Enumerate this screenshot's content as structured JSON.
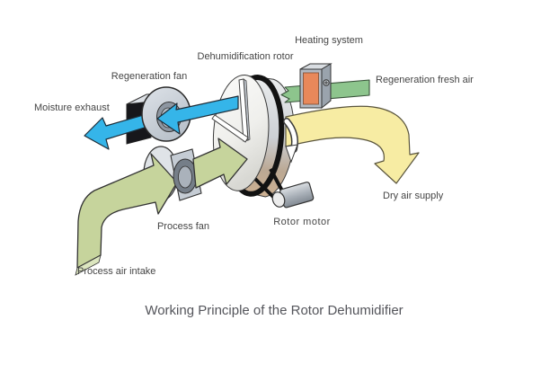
{
  "diagram": {
    "title": "Working Principle of the Rotor Dehumidifier",
    "labels": {
      "heating_system": "Heating system",
      "dehumidification_rotor": "Dehumidification rotor",
      "regeneration_fan": "Regeneration fan",
      "regeneration_fresh_air": "Regeneration fresh air",
      "moisture_exhaust": "Moisture exhaust",
      "dry_air_supply": "Dry air supply",
      "process_fan": "Process fan",
      "rotor_motor": "Rotor motor",
      "process_air_intake": "Process air intake"
    },
    "colors": {
      "arrow_blue": "#35b5e9",
      "moisture_text_blue": "#2e9bd6",
      "process_green": "#c6d49c",
      "process_green_cut": "#dce6bf",
      "fresh_air_green": "#8dc58d",
      "dry_air_yellow": "#f7eca3",
      "heater_orange": "#e8885a",
      "dry_air_text_orange": "#ef9120",
      "label_gray": "#454545",
      "title_gray": "#54555b"
    }
  }
}
